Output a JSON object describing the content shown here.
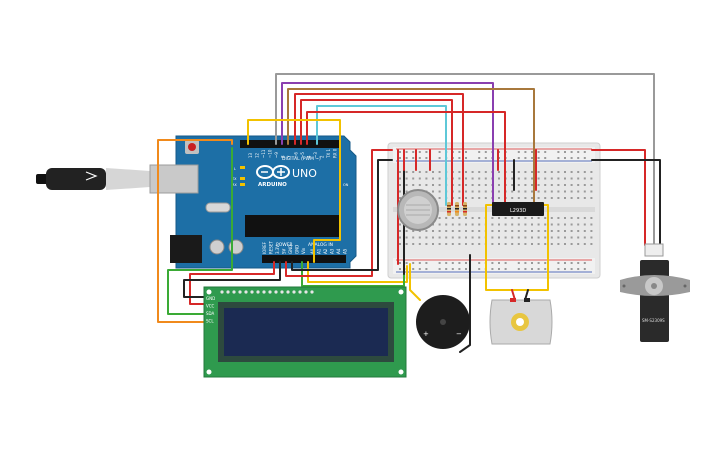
{
  "arduino": {
    "brand": "ARDUINO",
    "model": "UNO",
    "digital_label": "DIGITAL (PWM ~)",
    "power_label": "POWER",
    "analog_label": "ANALOG IN",
    "aref": "AREF",
    "tx": "TX",
    "rx": "RX",
    "l": "L",
    "on": "ON",
    "digital_pins": [
      "13",
      "12",
      "~11",
      "~10",
      "~9",
      "8",
      "7",
      "~6",
      "~5",
      "4",
      "~3",
      "2",
      "TX 1",
      "RX 0"
    ],
    "power_pins": [
      "IOREF",
      "RESET",
      "3.3V",
      "5V",
      "GND",
      "GND",
      "Vin"
    ],
    "analog_pins": [
      "A0",
      "A1",
      "A2",
      "A3",
      "A4",
      "A5"
    ]
  },
  "lcd": {
    "pins": [
      "GND",
      "VCC",
      "SDA",
      "SCL"
    ]
  },
  "driver_chip": {
    "label": "L293D"
  },
  "servo": {
    "label": "SM-S2309S"
  },
  "buzzer": {
    "plus": "+",
    "minus": "−"
  },
  "colors": {
    "arduino_board": "#1d6fa6",
    "breadboard": "#e8e8e8",
    "lcd_pcb": "#2f9a4e",
    "lcd_screen": "#1b2a52",
    "wire_red": "#d62828",
    "wire_black": "#222222",
    "wire_yellow": "#f2c200",
    "wire_orange": "#f08a1c",
    "wire_green": "#3aaa35",
    "wire_purple": "#8a3fb0",
    "wire_cyan": "#5ec8d8",
    "wire_brown": "#a8783c",
    "wire_gray": "#9a9a9a"
  }
}
